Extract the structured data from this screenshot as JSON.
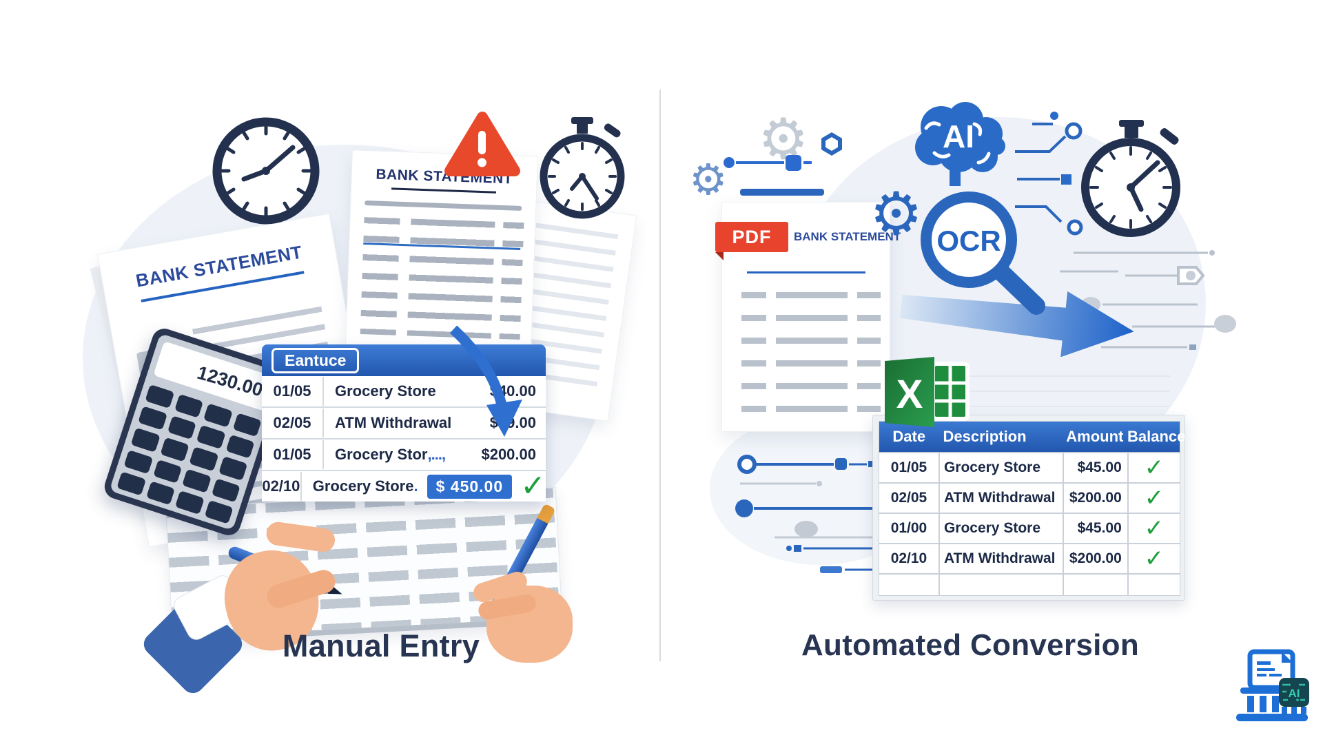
{
  "colors": {
    "accent_blue": "#2b6bc8",
    "navy_text": "#1d2946",
    "warning_red": "#e8492b",
    "pdf_red": "#e8432d",
    "check_green": "#1f9e3c",
    "excel_green": "#1e8e3e",
    "title_navy": "#273452"
  },
  "icons": {
    "check": "✓",
    "gear": "⚙"
  },
  "left": {
    "title": "Manual Entry",
    "back_statement_title": "BANK STATEMENT",
    "front_statement_title": "BANK STATEMENT",
    "circled_text": "Grocery Store",
    "calculator_display": "1230.00",
    "table": {
      "header_button": "Eantuce",
      "rows": [
        {
          "date": "01/05",
          "desc": "Grocery Store",
          "amount": "$40.00"
        },
        {
          "date": "02/05",
          "desc": "ATM Withdrawal",
          "amount": "$49.00"
        },
        {
          "date": "01/05",
          "desc": "Grocery Stor",
          "pen": ",...,",
          "amount": "$200.00"
        },
        {
          "date": "02/10",
          "desc": "Grocery Store",
          "pen": ".",
          "amount": "$ 450.00"
        }
      ]
    }
  },
  "right": {
    "title": "Automated Conversion",
    "pdf_tag": "PDF",
    "statement_title": "BANK STATEMENT",
    "ai_label": "AI",
    "ocr_label": "OCR",
    "excel_letter": "X",
    "table": {
      "headers": [
        "Date",
        "Description",
        "Amount",
        "Balance"
      ],
      "rows": [
        {
          "date": "01/05",
          "desc": "Grocery Store",
          "amount": "$45.00"
        },
        {
          "date": "02/05",
          "desc": "ATM Withdrawal",
          "amount": "$200.00"
        },
        {
          "date": "01/00",
          "desc": "Grocery Store",
          "amount": "$45.00"
        },
        {
          "date": "02/10",
          "desc": "ATM Withdrawal",
          "amount": "$200.00"
        }
      ]
    }
  },
  "logo": {
    "ai_label": "AI"
  }
}
